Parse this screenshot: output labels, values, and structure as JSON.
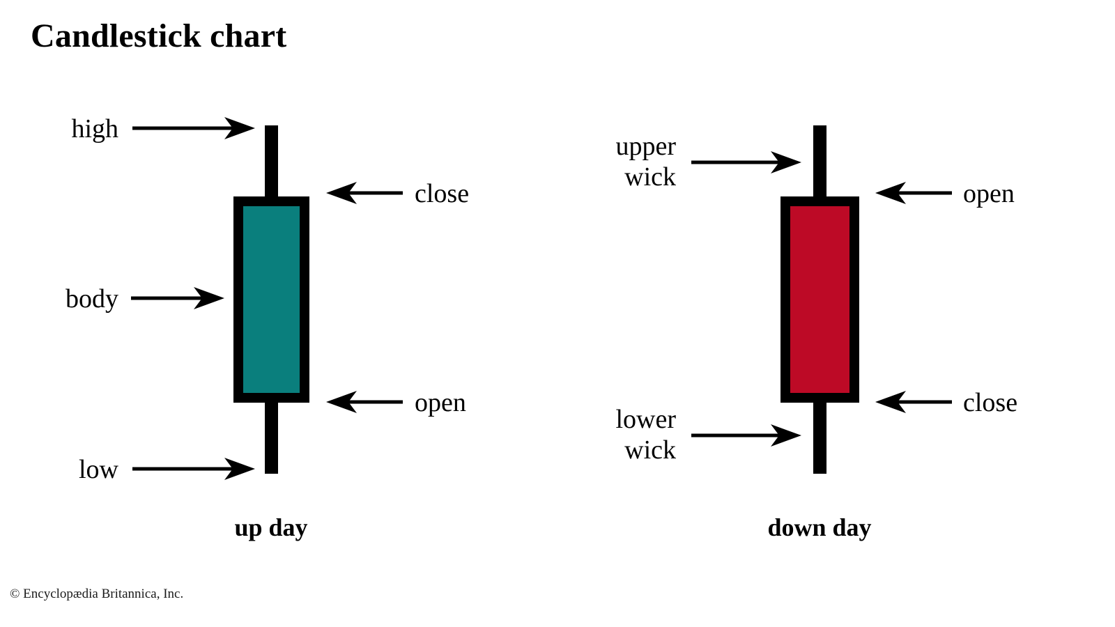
{
  "title": "Candlestick chart",
  "credit": "© Encyclopædia Britannica, Inc.",
  "colors": {
    "up_body": "#0a7f7d",
    "down_body": "#bd0a26",
    "outline": "#000000",
    "background": "#ffffff",
    "text": "#000000"
  },
  "chart_data": {
    "type": "diagram",
    "title": "Candlestick chart",
    "description": "Anatomy of a candlestick: an up day (teal body, close above open) and a down day (red body, close below open).",
    "candles": [
      {
        "id": "up-day",
        "caption": "up day",
        "body_color": "#0a7f7d",
        "direction": "up",
        "annotations": [
          {
            "label": "high",
            "side": "left",
            "arrow": "right",
            "target": "upper-wick-top"
          },
          {
            "label": "close",
            "side": "right",
            "arrow": "left",
            "target": "body-top"
          },
          {
            "label": "body",
            "side": "left",
            "arrow": "right",
            "target": "body-middle"
          },
          {
            "label": "open",
            "side": "right",
            "arrow": "left",
            "target": "body-bottom"
          },
          {
            "label": "low",
            "side": "left",
            "arrow": "right",
            "target": "lower-wick-bottom"
          }
        ]
      },
      {
        "id": "down-day",
        "caption": "down day",
        "body_color": "#bd0a26",
        "direction": "down",
        "annotations": [
          {
            "label": "upper\nwick",
            "side": "left",
            "arrow": "right",
            "target": "upper-wick"
          },
          {
            "label": "open",
            "side": "right",
            "arrow": "left",
            "target": "body-top"
          },
          {
            "label": "close",
            "side": "right",
            "arrow": "left",
            "target": "body-bottom"
          },
          {
            "label": "lower\nwick",
            "side": "left",
            "arrow": "right",
            "target": "lower-wick"
          }
        ]
      }
    ]
  },
  "up_candle": {
    "caption": "up day",
    "labels": {
      "high": "high",
      "close": "close",
      "body": "body",
      "open": "open",
      "low": "low"
    }
  },
  "down_candle": {
    "caption": "down day",
    "labels": {
      "upper_wick": "upper\nwick",
      "open": "open",
      "close": "close",
      "lower_wick": "lower\nwick"
    }
  }
}
